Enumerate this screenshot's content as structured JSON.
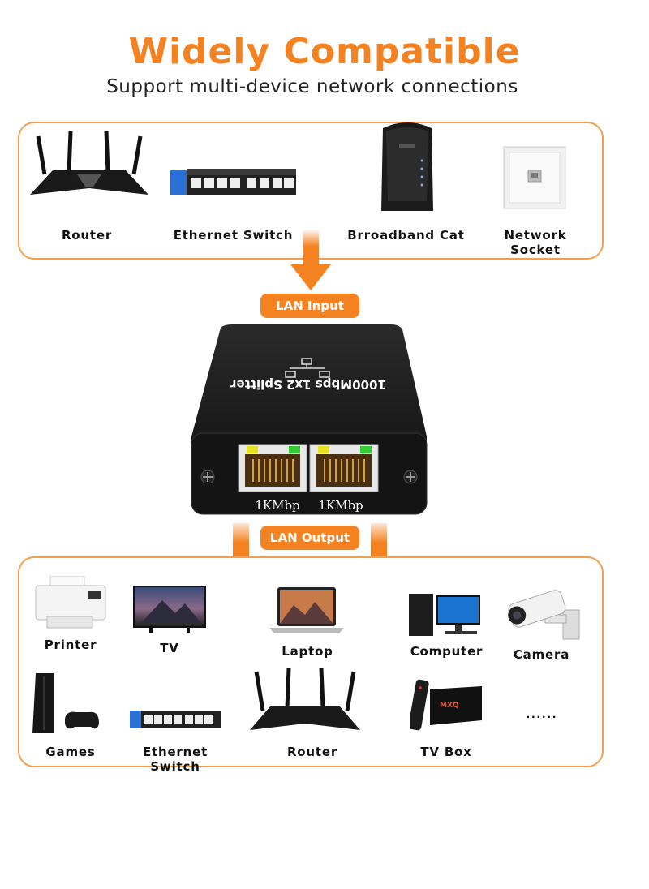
{
  "header": {
    "title": "Widely Compatible",
    "subtitle": "Support multi-device network connections"
  },
  "input_devices": [
    {
      "label": "Router",
      "icon": "router-icon"
    },
    {
      "label": "Ethernet Switch",
      "icon": "ethernet-switch-icon"
    },
    {
      "label": "Brroadband Cat",
      "icon": "broadband-modem-icon"
    },
    {
      "label": "Network Socket",
      "icon": "network-socket-icon"
    }
  ],
  "splitter": {
    "input_label": "LAN Input",
    "output_label": "LAN Output",
    "model_text": "1000Mbps 1x2 Splitter",
    "port1_label": "1KMbp",
    "port2_label": "1KMbp"
  },
  "output_devices": [
    {
      "label": "Printer",
      "icon": "printer-icon"
    },
    {
      "label": "TV",
      "icon": "tv-icon"
    },
    {
      "label": "Laptop",
      "icon": "laptop-icon"
    },
    {
      "label": "Computer",
      "icon": "computer-icon"
    },
    {
      "label": "Camera",
      "icon": "camera-icon"
    },
    {
      "label": "Games",
      "icon": "game-console-icon"
    },
    {
      "label": "Ethernet Switch",
      "icon": "ethernet-switch-icon"
    },
    {
      "label": "Router",
      "icon": "router-icon"
    },
    {
      "label": "TV Box",
      "icon": "tv-box-icon"
    },
    {
      "label": "......",
      "icon": "more-dots"
    }
  ],
  "colors": {
    "accent": "#f58220",
    "border": "#f0a050",
    "device_dark": "#1a1a1a",
    "switch_blue": "#2a6fd6"
  }
}
